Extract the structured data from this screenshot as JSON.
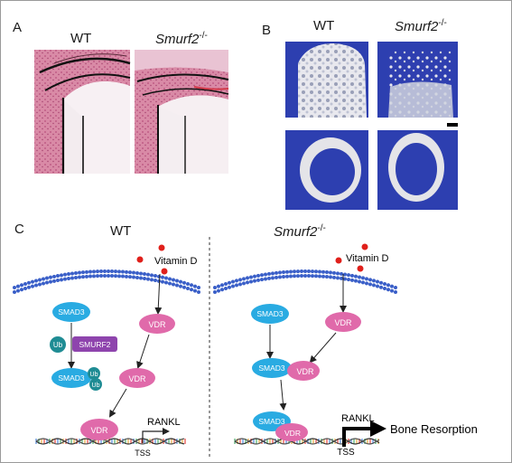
{
  "panel_a": {
    "label": "A",
    "col_wt": "WT",
    "col_ko": "Smurf2",
    "col_ko_sup": "-/-"
  },
  "panel_b": {
    "label": "B",
    "col_wt": "WT",
    "col_ko": "Smurf2",
    "col_ko_sup": "-/-"
  },
  "panel_c": {
    "label": "C",
    "wt_title": "WT",
    "ko_title": "Smurf2",
    "ko_title_sup": "-/-",
    "wt": {
      "vitamin_d": "Vitamin D",
      "smad3": "SMAD3",
      "ub": "Ub",
      "smurf2": "SMURF2",
      "smad3_ub": "SMAD3",
      "ub_tag_1": "Ub",
      "ub_tag_2": "Ub",
      "vdr_top": "VDR",
      "vdr_mid": "VDR",
      "vdr_dna": "VDR",
      "rankl": "RANKL",
      "tss": "TSS"
    },
    "ko": {
      "vitamin_d": "Vitamin D",
      "smad3": "SMAD3",
      "vdr_top": "VDR",
      "complex_smad3": "SMAD3",
      "complex_vdr": "VDR",
      "dna_smad3": "SMAD3",
      "dna_vdr": "VDR",
      "rankl": "RANKL",
      "tss": "TSS",
      "outcome": "Bone Resorption"
    },
    "colors": {
      "smad3": "#29abe2",
      "vdr": "#e06aaa",
      "ub": "#1f8c94",
      "smurf2": "#8e44ad",
      "vitamin_d": "#e0201b",
      "membrane": "#3a5fc8"
    }
  }
}
